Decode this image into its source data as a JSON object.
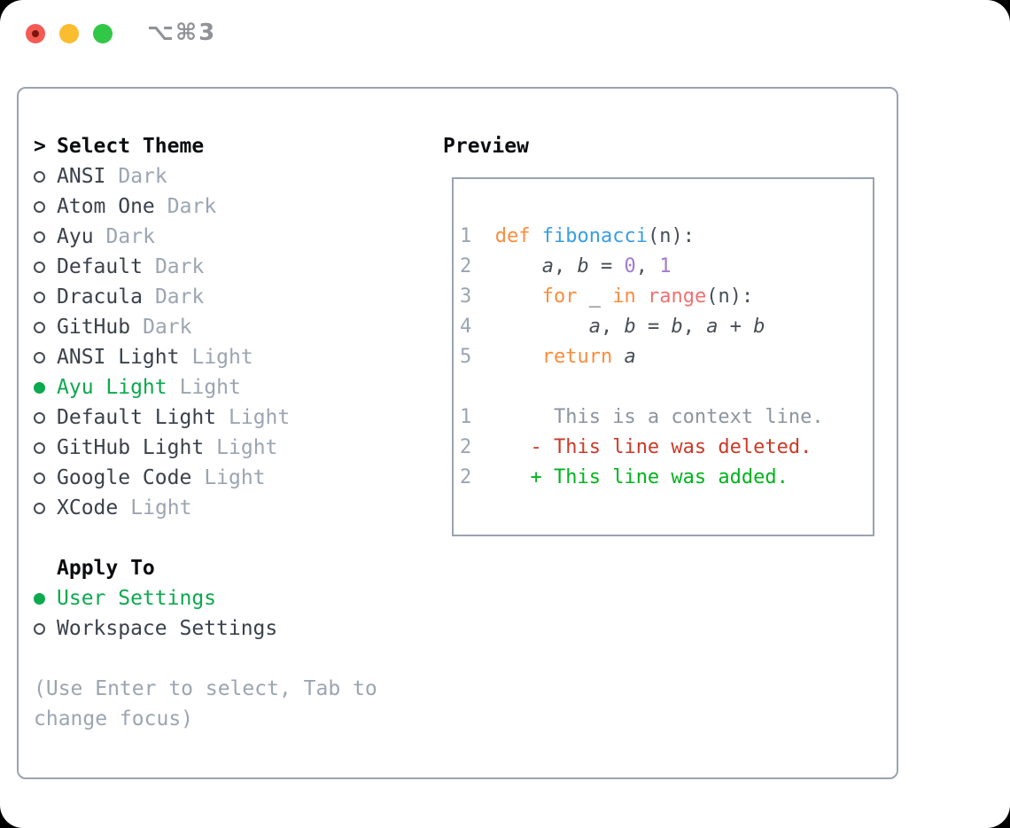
{
  "titlebar": {
    "shortcut_label": "⌥⌘3",
    "traffic_lights": [
      {
        "name": "close",
        "color": "#F25C54"
      },
      {
        "name": "minimize",
        "color": "#FBBD30"
      },
      {
        "name": "zoom",
        "color": "#33C748"
      }
    ]
  },
  "theme_picker": {
    "prompt": ">",
    "title": "Select Theme",
    "items": [
      {
        "name": "ANSI",
        "variant": "Dark",
        "selected": false
      },
      {
        "name": "Atom One",
        "variant": "Dark",
        "selected": false
      },
      {
        "name": "Ayu",
        "variant": "Dark",
        "selected": false
      },
      {
        "name": "Default",
        "variant": "Dark",
        "selected": false
      },
      {
        "name": "Dracula",
        "variant": "Dark",
        "selected": false
      },
      {
        "name": "GitHub",
        "variant": "Dark",
        "selected": false
      },
      {
        "name": "ANSI Light",
        "variant": "Light",
        "selected": false
      },
      {
        "name": "Ayu Light",
        "variant": "Light",
        "selected": true
      },
      {
        "name": "Default Light",
        "variant": "Light",
        "selected": false
      },
      {
        "name": "GitHub Light",
        "variant": "Light",
        "selected": false
      },
      {
        "name": "Google Code",
        "variant": "Light",
        "selected": false
      },
      {
        "name": "XCode",
        "variant": "Light",
        "selected": false
      }
    ]
  },
  "apply_to": {
    "title": "Apply To",
    "options": [
      {
        "label": "User Settings",
        "selected": true
      },
      {
        "label": "Workspace Settings",
        "selected": false
      }
    ]
  },
  "hint": "(Use Enter to select, Tab to change focus)",
  "preview": {
    "title": "Preview",
    "lines": [
      [
        {
          "t": "1  ",
          "s": "ln"
        },
        {
          "t": "def",
          "s": "kw"
        },
        {
          "t": " ",
          "s": "def"
        },
        {
          "t": "fibonacci",
          "s": "fn"
        },
        {
          "t": "(n):",
          "s": "def"
        }
      ],
      [
        {
          "t": "2  ",
          "s": "ln"
        },
        {
          "t": "    ",
          "s": "def"
        },
        {
          "t": "a",
          "s": "var"
        },
        {
          "t": ", ",
          "s": "def"
        },
        {
          "t": "b",
          "s": "var"
        },
        {
          "t": " = ",
          "s": "def"
        },
        {
          "t": "0",
          "s": "num"
        },
        {
          "t": ", ",
          "s": "def"
        },
        {
          "t": "1",
          "s": "num"
        }
      ],
      [
        {
          "t": "3  ",
          "s": "ln"
        },
        {
          "t": "    ",
          "s": "def"
        },
        {
          "t": "for",
          "s": "kw"
        },
        {
          "t": " _ ",
          "s": "def"
        },
        {
          "t": "in",
          "s": "kw"
        },
        {
          "t": " ",
          "s": "def"
        },
        {
          "t": "range",
          "s": "call"
        },
        {
          "t": "(n):",
          "s": "def"
        }
      ],
      [
        {
          "t": "4  ",
          "s": "ln"
        },
        {
          "t": "        ",
          "s": "def"
        },
        {
          "t": "a",
          "s": "var"
        },
        {
          "t": ", ",
          "s": "def"
        },
        {
          "t": "b",
          "s": "var"
        },
        {
          "t": " = ",
          "s": "def"
        },
        {
          "t": "b",
          "s": "var"
        },
        {
          "t": ", ",
          "s": "def"
        },
        {
          "t": "a",
          "s": "var"
        },
        {
          "t": " + ",
          "s": "def"
        },
        {
          "t": "b",
          "s": "var"
        }
      ],
      [
        {
          "t": "5  ",
          "s": "ln"
        },
        {
          "t": "    ",
          "s": "def"
        },
        {
          "t": "return",
          "s": "kw"
        },
        {
          "t": " ",
          "s": "def"
        },
        {
          "t": "a",
          "s": "var"
        }
      ],
      [],
      [
        {
          "t": "1  ",
          "s": "ln"
        },
        {
          "t": "     This is a context line.",
          "s": "ctx"
        }
      ],
      [
        {
          "t": "2  ",
          "s": "ln"
        },
        {
          "t": "   - This line was deleted.",
          "s": "del"
        }
      ],
      [
        {
          "t": "2  ",
          "s": "ln"
        },
        {
          "t": "   + This line was added.",
          "s": "add"
        }
      ]
    ]
  },
  "palette": {
    "accent_green": "#0CA94E",
    "keyword_orange": "#FA8D3E",
    "function_blue": "#399EE6",
    "number_purple": "#A37ACC",
    "builtin_coral": "#F07171",
    "code_text": "#474E57",
    "line_number_gray": "#9AA5B1",
    "context_gray": "#8C959F",
    "deleted_red": "#CB3928",
    "added_green": "#00B41E",
    "muted_gray": "#9BA5B1",
    "item_text": "#3A414B",
    "frame_border": "#9AA3AF",
    "traffic_close": "#F25C54",
    "traffic_minimize": "#FBBD30",
    "traffic_zoom": "#33C748"
  }
}
